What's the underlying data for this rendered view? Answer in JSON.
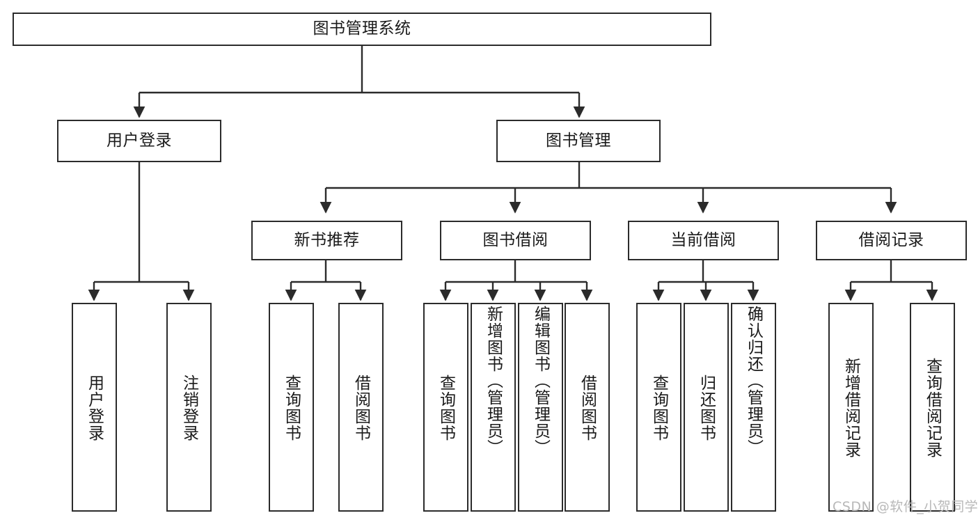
{
  "diagram": {
    "title": "图书管理系统",
    "type": "tree-hierarchy",
    "root": {
      "label": "图书管理系统"
    },
    "level2": [
      {
        "label": "用户登录"
      },
      {
        "label": "图书管理"
      }
    ],
    "level3": [
      {
        "label": "新书推荐"
      },
      {
        "label": "图书借阅"
      },
      {
        "label": "当前借阅"
      },
      {
        "label": "借阅记录"
      }
    ],
    "leaves": {
      "user_login": [
        {
          "label": "用户登录"
        },
        {
          "label": "注销登录"
        }
      ],
      "new_book_recommend": [
        {
          "label": "查询图书"
        },
        {
          "label": "借阅图书"
        }
      ],
      "book_borrow": [
        {
          "label": "查询图书"
        },
        {
          "label": "新增图书（管理员）"
        },
        {
          "label": "编辑图书（管理员）"
        },
        {
          "label": "借阅图书"
        }
      ],
      "current_borrow": [
        {
          "label": "查询图书"
        },
        {
          "label": "归还图书"
        },
        {
          "label": "确认归还（管理员）"
        }
      ],
      "borrow_record": [
        {
          "label": "新增借阅记录"
        },
        {
          "label": "查询借阅记录"
        }
      ]
    }
  },
  "watermark": {
    "text": "CSDN @软件_小贺同学"
  },
  "colors": {
    "stroke": "#2b2b2b",
    "text": "#1a1a1a",
    "background": "#ffffff",
    "watermark": "#b8b8b8"
  }
}
